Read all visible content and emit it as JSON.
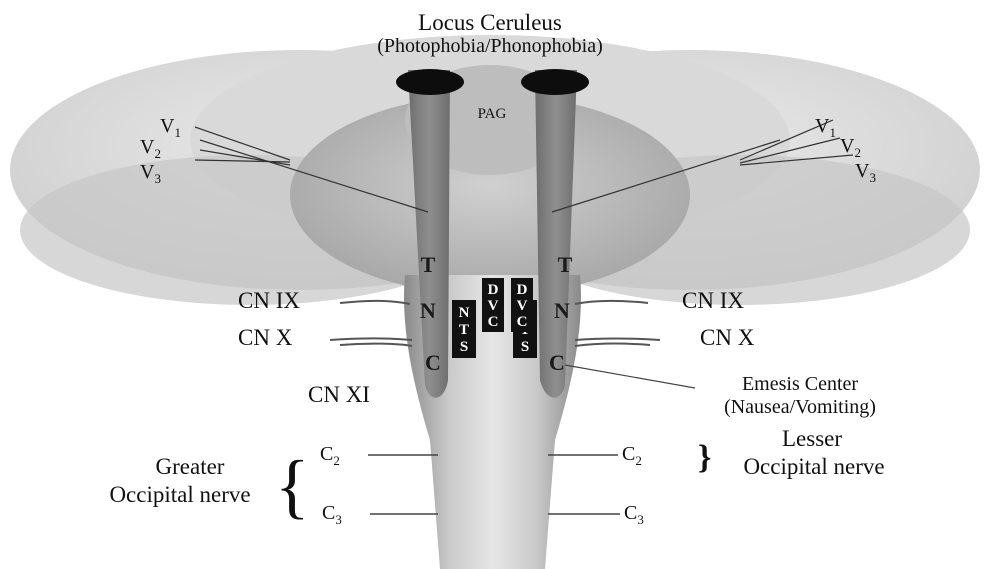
{
  "title": {
    "line1": "Locus Ceruleus",
    "line2": "(Photophobia/Phonophobia)"
  },
  "pag": "PAG",
  "trigeminal": {
    "v_letter": "V",
    "left_subs": [
      "1",
      "2",
      "3"
    ],
    "right_subs": [
      "1",
      "2",
      "3"
    ]
  },
  "tnc": {
    "t": "T",
    "n": "N",
    "c": "C"
  },
  "nts": [
    "N",
    "T",
    "S"
  ],
  "dvc": [
    "D",
    "V",
    "C"
  ],
  "cranial_nerves": {
    "left_ix": "CN IX",
    "left_x": "CN X",
    "left_xi": "CN XI",
    "right_ix": "CN IX",
    "right_x": "CN X"
  },
  "emesis": {
    "line1": "Emesis Center",
    "line2": "(Nausea/Vomiting)"
  },
  "cervical": {
    "c_letter": "C",
    "c2_sub": "2",
    "c3_sub": "3"
  },
  "greater_occipital": {
    "line1": "Greater",
    "line2": "Occipital nerve"
  },
  "lesser_occipital": {
    "line1": "Lesser",
    "line2": "Occipital nerve"
  },
  "brackets": {
    "left": "{",
    "right": "}"
  }
}
